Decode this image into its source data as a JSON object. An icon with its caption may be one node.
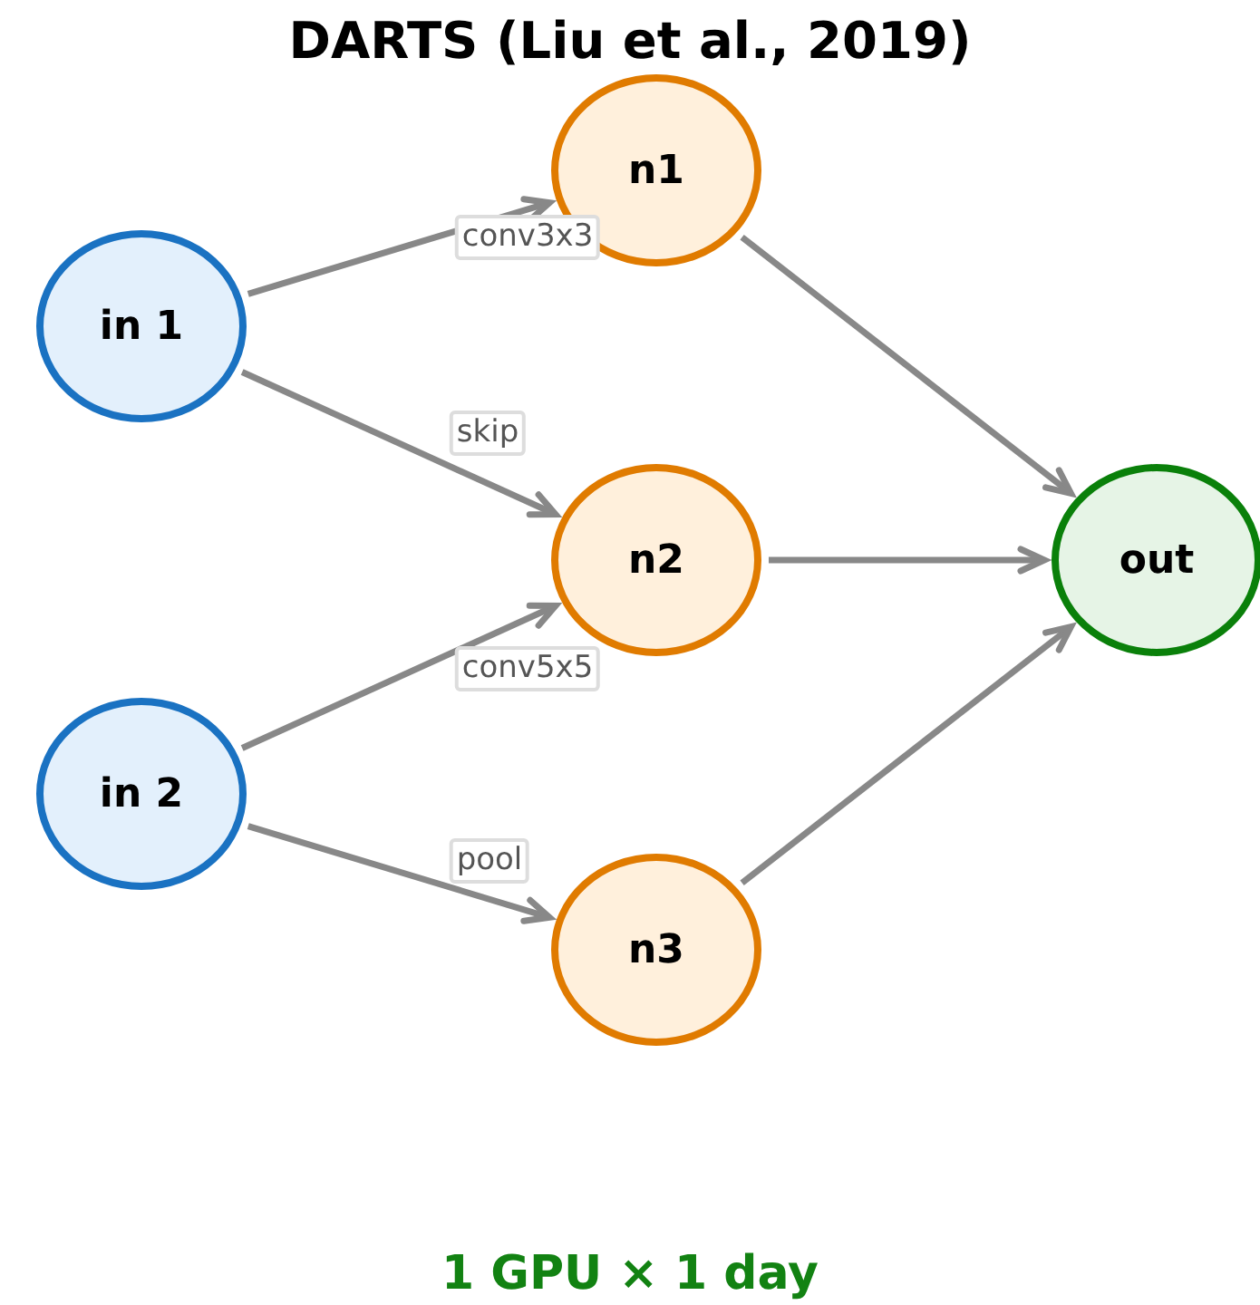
{
  "diagram": {
    "title": "DARTS (Liu et al., 2019)",
    "nodes": [
      {
        "text": [
          "in 1"
        ]
      },
      {
        "text": [
          "in 2"
        ]
      },
      {
        "text": [
          "n1"
        ]
      },
      {
        "text": [
          "n2"
        ]
      },
      {
        "text": [
          "n3"
        ]
      },
      {
        "text": [
          "out"
        ]
      }
    ],
    "edges": [
      {
        "from": 0,
        "to": 2,
        "arrow": "to",
        "label": "conv3x3"
      },
      {
        "from": 0,
        "to": 3,
        "arrow": "to",
        "label": "skip"
      },
      {
        "from": 1,
        "to": 3,
        "arrow": "to",
        "label": "conv5x5"
      },
      {
        "from": 1,
        "to": 4,
        "arrow": "to",
        "label": "pool"
      },
      {
        "from": 2,
        "to": 5,
        "arrow": "to"
      },
      {
        "from": 3,
        "to": 5,
        "arrow": "to"
      },
      {
        "from": 4,
        "to": 5,
        "arrow": "to"
      }
    ],
    "caption": "1 GPU × 1 day"
  }
}
